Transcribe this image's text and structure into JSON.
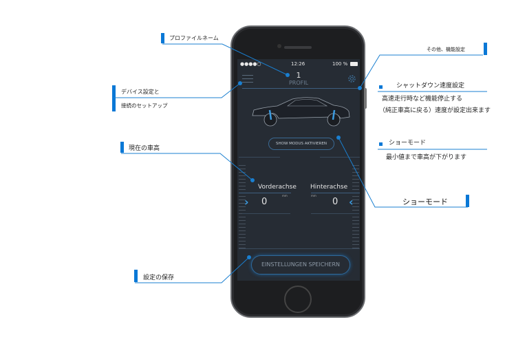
{
  "status_bar": {
    "signal": "●●●●○",
    "time": "12:26",
    "battery": "100 %"
  },
  "header": {
    "profile_number": "1",
    "profile_label": "PROFIL"
  },
  "show_mode_button": "SHOW MODUS AKTIVIEREN",
  "front_axle": {
    "label": "Vorderachse",
    "unit": "mm",
    "value": "0"
  },
  "rear_axle": {
    "label": "Hinterachse",
    "unit": "mm",
    "value": "0"
  },
  "save_button": "EINSTELLUNGEN SPEICHERN",
  "annotations": {
    "profile_name": "プロファイルネーム",
    "device_setup_1": "デバイス設定と",
    "device_setup_2": "接続のセットアップ",
    "current_height": "現在の車高",
    "save_settings": "設定の保存",
    "other_settings": "その他、機能設定",
    "shutdown_title": "シャットダウン速度設定",
    "shutdown_desc_1": "高速走行時など機能停止する",
    "shutdown_desc_2": "（純正車高に戻る）速度が設定出来ます",
    "show_mode_title": "ショーモード",
    "show_mode_desc": "最小値まで車高が下がります",
    "show_mode_big": "ショーモード"
  },
  "colors": {
    "accent": "#0a78d6",
    "screen_bg": "#262c34",
    "highlight": "#3b9be0"
  }
}
